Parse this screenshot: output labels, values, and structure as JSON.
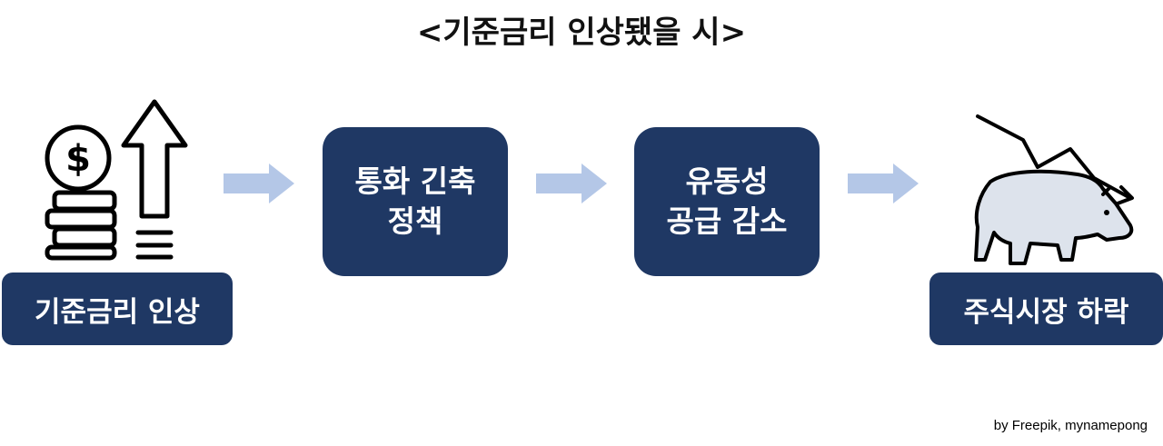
{
  "title": "<기준금리 인상됐을 시>",
  "steps": [
    {
      "label": "기준금리 인상"
    },
    {
      "lines": [
        "통화 긴축",
        "정책"
      ]
    },
    {
      "lines": [
        "유동성",
        "공급 감소"
      ]
    },
    {
      "label": "주식시장 하락"
    }
  ],
  "icons": {
    "left": "coins-rising-arrow-icon",
    "right": "bear-falling-chart-icon"
  },
  "credit": "by Freepik, mynamepong",
  "colors": {
    "box": "#1f3864",
    "arrow": "#b4c7e7",
    "text_on_box": "#ffffff"
  }
}
